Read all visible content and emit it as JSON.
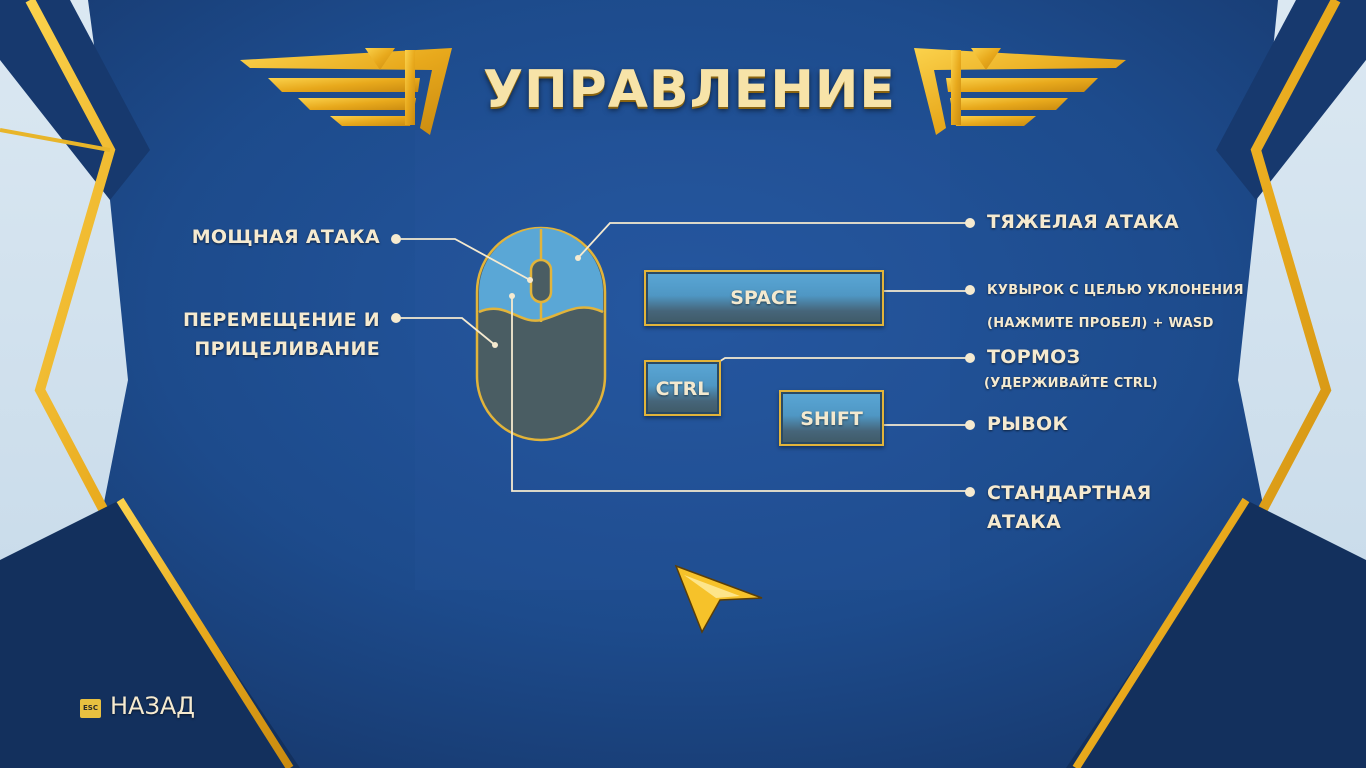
{
  "header": {
    "title": "УПРАВЛЕНИЕ"
  },
  "labels": {
    "power_attack": "МОЩНАЯ АТАКА",
    "move_aim_line1": "ПЕРЕМЕЩЕНИЕ И",
    "move_aim_line2": "ПРИЦЕЛИВАНИЕ",
    "heavy_attack": "ТЯЖЕЛАЯ АТАКА",
    "dodge_line1": "КУВЫРОК С ЦЕЛЬЮ УКЛОНЕНИЯ",
    "dodge_line2": "(НАЖМИТЕ ПРОБЕЛ) + WASD",
    "brake": "ТОРМОЗ",
    "brake_hint": "(УДЕРЖИВАЙТЕ CTRL)",
    "dash": "РЫВОК",
    "standard_attack_line1": "СТАНДАРТНАЯ",
    "standard_attack_line2": "АТАКА"
  },
  "keys": {
    "space": "SPACE",
    "ctrl": "CTRL",
    "shift": "SHIFT"
  },
  "footer": {
    "esc_badge": "ESC",
    "back_label": "НАЗАД"
  },
  "colors": {
    "panel_blue": "#1d4b8c",
    "gold": "#e8b52a",
    "label_text": "#f5ead0",
    "key_blue": "#5aa7d6",
    "mouse_body": "#4a5d63"
  }
}
